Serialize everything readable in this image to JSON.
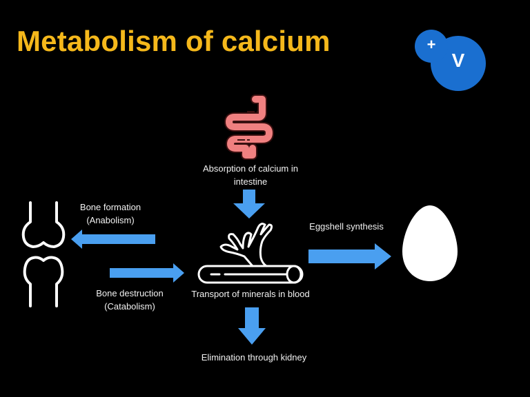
{
  "title": "Metabolism of calcium",
  "badge": {
    "plus": "+",
    "letter": "V",
    "color": "#1a6fd0"
  },
  "colors": {
    "title": "#f5b81b",
    "arrow": "#4a9ff0",
    "intestine": "#f08080",
    "icon": "#ffffff"
  },
  "labels": {
    "absorption_line1": "Absorption of calcium in",
    "absorption_line2": "intestine",
    "bone_formation_line1": "Bone formation",
    "bone_formation_line2": "(Anabolism)",
    "bone_destruction_line1": "Bone destruction",
    "bone_destruction_line2": "(Catabolism)",
    "transport": "Transport of minerals in blood",
    "eggshell": "Eggshell synthesis",
    "elimination": "Elimination through kidney"
  },
  "icons": {
    "intestine": "intestine-icon",
    "blood_vessel": "blood-vessel-icon",
    "bone_joint": "knee-joint-icon",
    "egg": "egg-icon"
  }
}
